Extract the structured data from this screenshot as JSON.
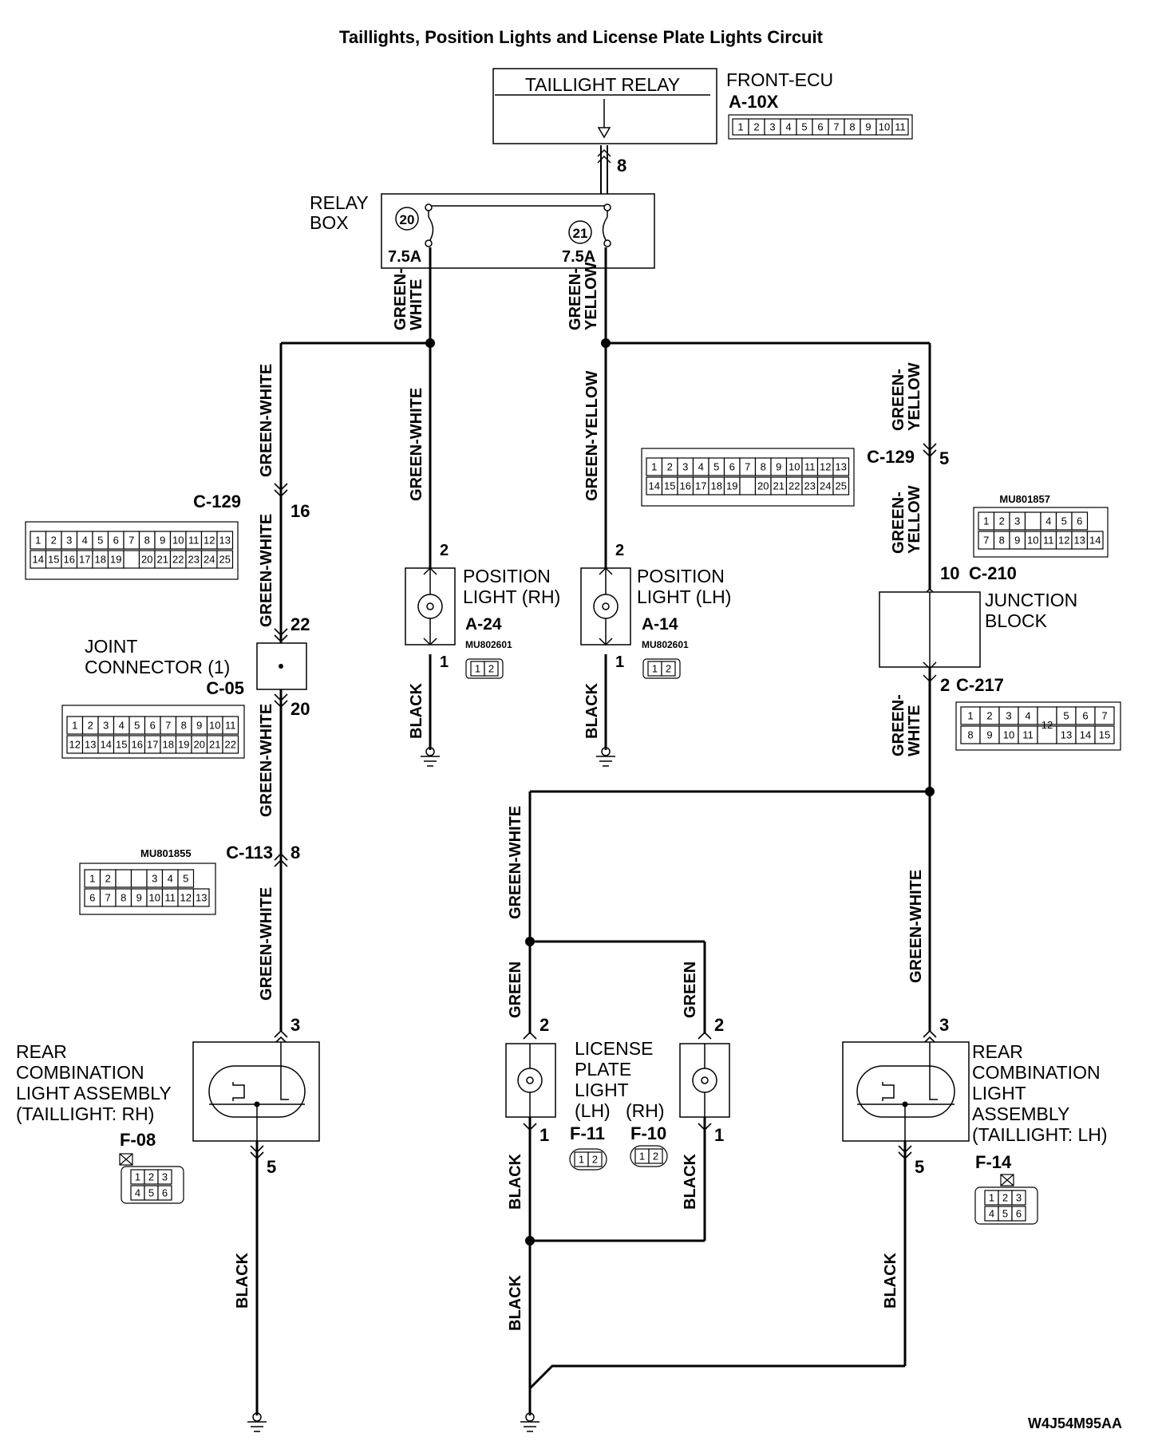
{
  "title": "Taillights, Position Lights and License Plate Lights Circuit",
  "figure_code": "W4J54M95AA",
  "relay": {
    "label": "TAILLIGHT RELAY",
    "unit": "FRONT-ECU",
    "connector": "A-10X",
    "pin": "8"
  },
  "relay_box": {
    "label_1": "RELAY",
    "label_2": "BOX",
    "fuse_left": {
      "number": "20",
      "rating": "7.5A"
    },
    "fuse_right": {
      "number": "21",
      "rating": "7.5A"
    }
  },
  "wires": {
    "green_white_stack": [
      "GREEN-",
      "WHITE"
    ],
    "green_yellow_stack": [
      "GREEN-",
      "YELLOW"
    ],
    "green_white": "GREEN-WHITE",
    "green_yellow": "GREEN-YELLOW",
    "green": "GREEN",
    "black": "BLACK"
  },
  "connectors": {
    "c129_left": {
      "id": "C-129",
      "pin": "16"
    },
    "c129_right": {
      "id": "C-129",
      "pin": "5"
    },
    "c05": {
      "id": "C-05",
      "label_1": "JOINT",
      "label_2": "CONNECTOR (1)",
      "pin_in": "22",
      "pin_out": "20"
    },
    "c113": {
      "id": "C-113",
      "pin": "8",
      "part": "MU801855"
    },
    "c210": {
      "id": "C-210",
      "pin": "10",
      "part": "MU801857"
    },
    "c217": {
      "id": "C-217",
      "pin": "2"
    }
  },
  "junction_block": {
    "label_1": "JUNCTION",
    "label_2": "BLOCK"
  },
  "position_rh": {
    "label_1": "POSITION",
    "label_2": "LIGHT (RH)",
    "connector": "A-24",
    "part": "MU802601",
    "pin_top": "2",
    "pin_bottom": "1"
  },
  "position_lh": {
    "label_1": "POSITION",
    "label_2": "LIGHT (LH)",
    "connector": "A-14",
    "part": "MU802601",
    "pin_top": "2",
    "pin_bottom": "1"
  },
  "rear_rh": {
    "lines": [
      "REAR",
      "COMBINATION",
      "LIGHT ASSEMBLY",
      "(TAILLIGHT: RH)"
    ],
    "connector": "F-08",
    "pin_top": "3",
    "pin_bottom": "5"
  },
  "rear_lh": {
    "lines": [
      "REAR",
      "COMBINATION",
      "LIGHT",
      "ASSEMBLY",
      "(TAILLIGHT: LH)"
    ],
    "connector": "F-14",
    "pin_top": "3",
    "pin_bottom": "5"
  },
  "license": {
    "lines": [
      "LICENSE",
      "PLATE",
      "LIGHT"
    ],
    "lh_label": "(LH)",
    "rh_label": "(RH)",
    "lh_connector": "F-11",
    "rh_connector": "F-10",
    "pin_top": "2",
    "pin_bottom": "1"
  },
  "connector_faces": {
    "a10x": [
      "1",
      "2",
      "3",
      "4",
      "5",
      "6",
      "7",
      "8",
      "9",
      "10",
      "11"
    ],
    "c129_row1": [
      "1",
      "2",
      "3",
      "4",
      "5",
      "6",
      "7",
      "8",
      "9",
      "10",
      "11",
      "12",
      "13"
    ],
    "c129_row2": [
      "14",
      "15",
      "16",
      "17",
      "18",
      "19",
      "",
      "20",
      "21",
      "22",
      "23",
      "24",
      "25"
    ],
    "c05_row1": [
      "1",
      "2",
      "3",
      "4",
      "5",
      "6",
      "7",
      "8",
      "9",
      "10",
      "11"
    ],
    "c05_row2": [
      "12",
      "13",
      "14",
      "15",
      "16",
      "17",
      "18",
      "19",
      "20",
      "21",
      "22"
    ],
    "c113_row1": [
      "1",
      "2",
      "",
      "",
      "3",
      "4",
      "5"
    ],
    "c113_row2": [
      "6",
      "7",
      "8",
      "9",
      "10",
      "11",
      "12",
      "13"
    ],
    "c210_row1": [
      "1",
      "2",
      "3",
      "",
      "4",
      "5",
      "6"
    ],
    "c210_row2": [
      "7",
      "8",
      "9",
      "10",
      "11",
      "12",
      "13",
      "14"
    ],
    "c217_row1": [
      "1",
      "2",
      "3",
      "4",
      "",
      "5",
      "6",
      "7"
    ],
    "c217_row2": [
      "8",
      "9",
      "10",
      "11",
      "",
      "13",
      "14",
      "15"
    ],
    "c217_center": "12",
    "two_pin": [
      "1",
      "2"
    ],
    "six_pin_row1": [
      "1",
      "2",
      "3"
    ],
    "six_pin_row2": [
      "4",
      "5",
      "6"
    ]
  }
}
